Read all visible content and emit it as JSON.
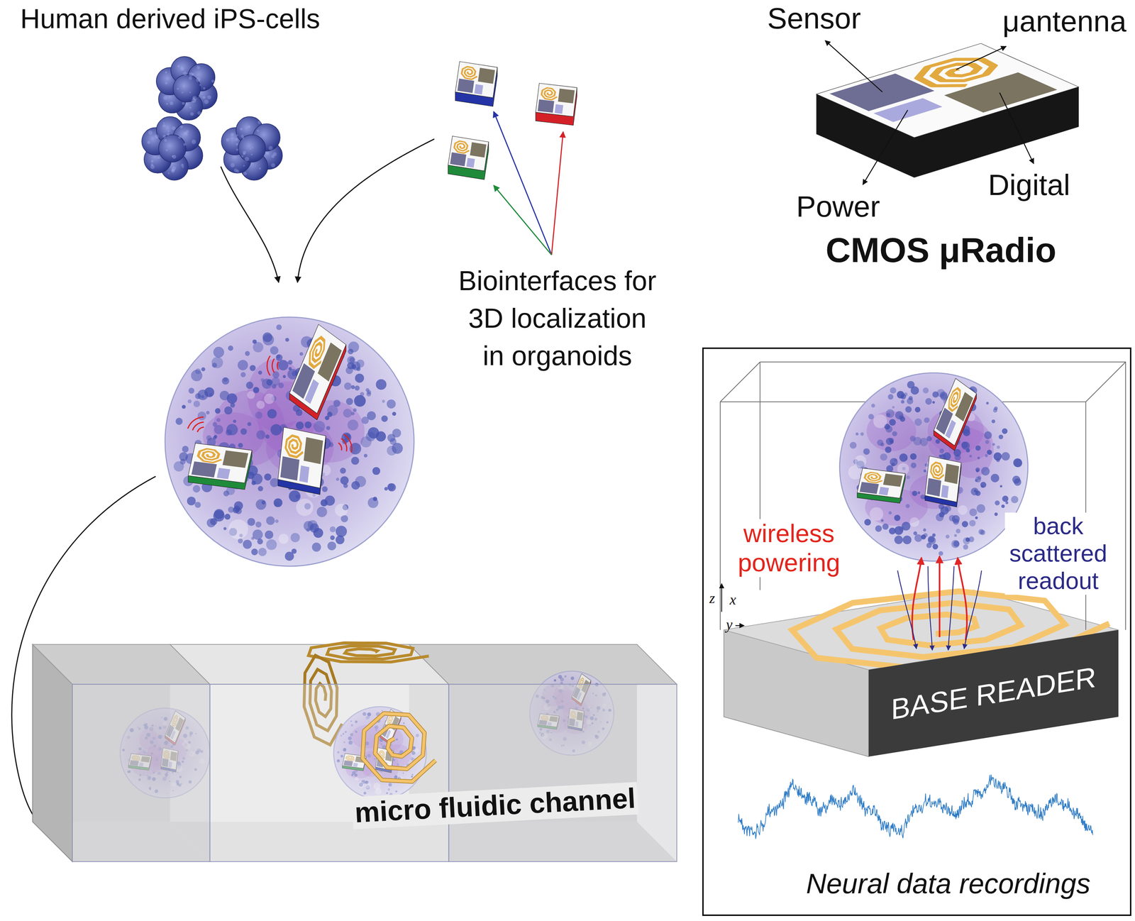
{
  "diagram": {
    "nodes": [
      {
        "text": [
          "wireless powering",
          "back scattered readout",
          "Neural data recordings"
        ]
      },
      {
        "text": [
          "BASE READER"
        ],
        "in": 0
      }
    ],
    "labels": [
      "Human derived iPS-cells",
      "Biointerfaces for 3D localization in organoids",
      "Sensor",
      "μantenna",
      "Power",
      "Digital",
      "CMOS μRadio",
      "micro fluidic channel",
      "z",
      "x",
      "y"
    ]
  }
}
